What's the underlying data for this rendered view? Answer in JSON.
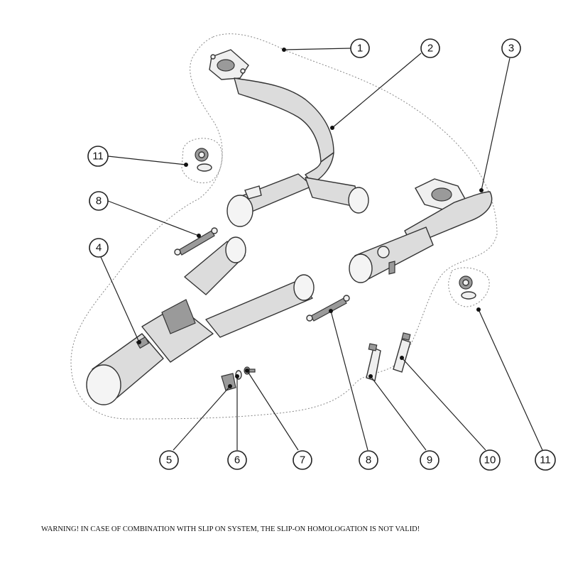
{
  "callouts": [
    {
      "id": "c1",
      "label": "1"
    },
    {
      "id": "c2",
      "label": "2"
    },
    {
      "id": "c3",
      "label": "3"
    },
    {
      "id": "c4",
      "label": "4"
    },
    {
      "id": "c5",
      "label": "5"
    },
    {
      "id": "c6",
      "label": "6"
    },
    {
      "id": "c7",
      "label": "7"
    },
    {
      "id": "c8a",
      "label": "8"
    },
    {
      "id": "c8b",
      "label": "8"
    },
    {
      "id": "c9",
      "label": "9"
    },
    {
      "id": "c10",
      "label": "10"
    },
    {
      "id": "c11a",
      "label": "11"
    },
    {
      "id": "c11b",
      "label": "11"
    }
  ],
  "warning": "WARNING! IN CASE OF COMBINATION WITH SLIP ON SYSTEM, THE SLIP-ON HOMOLOGATION IS NOT VALID!"
}
